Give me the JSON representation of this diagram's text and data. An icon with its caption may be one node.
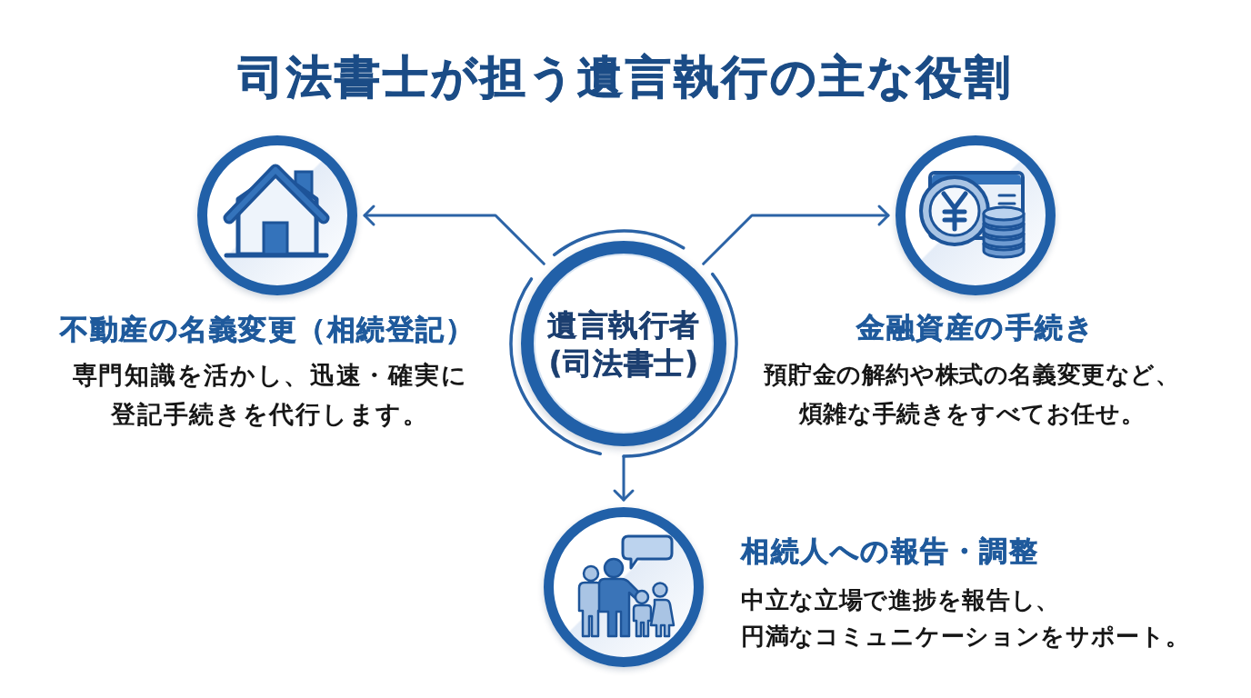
{
  "diagram": {
    "title": "司法書士が担う遺言執行の主な役割",
    "nodes": [
      {
        "text": [
          "遺言執行者(司法書士)"
        ]
      },
      {
        "text": [
          "不動産の名義変更（相続登記）",
          "専門知識を活かし、迅速・確実に登記手続きを代行します。"
        ]
      },
      {
        "text": [
          "金融資産の手続き",
          "預貯金の解約や株式の名義変更など、煩雑な手続きをすべてお任せ。"
        ]
      },
      {
        "text": [
          "相続人への報告・調整",
          "中立な立場で進捗を報告し、円満なコミュニケーションをサポート。"
        ]
      }
    ],
    "edges": [
      {
        "from": 0,
        "to": 1,
        "arrow": "to"
      },
      {
        "from": 0,
        "to": 2,
        "arrow": "to"
      },
      {
        "from": 0,
        "to": 3,
        "arrow": "to"
      }
    ]
  }
}
